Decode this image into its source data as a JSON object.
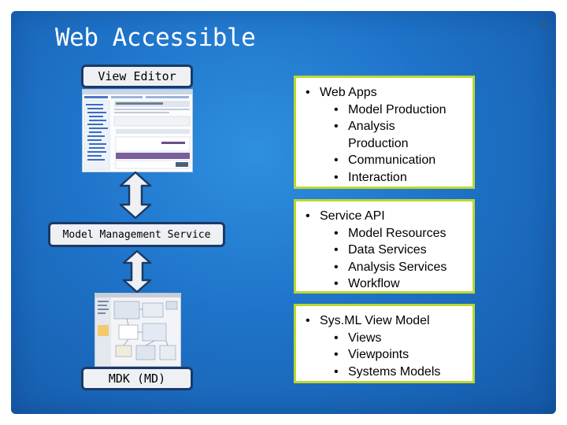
{
  "page_number": "5",
  "title": "Web Accessible",
  "left_column": {
    "view_editor_label": "View Editor",
    "model_management_label": "Model Management Service",
    "mdk_label": "MDK (MD)"
  },
  "boxes": [
    {
      "heading": "Web Apps",
      "items": [
        "Model Production",
        "Analysis Production",
        "Communication",
        "Interaction"
      ]
    },
    {
      "heading": "Service API",
      "items": [
        "Model Resources",
        "Data Services",
        "Analysis Services",
        "Workflow"
      ]
    },
    {
      "heading": "Sys.ML View Model",
      "items": [
        "Views",
        "Viewpoints",
        "Systems Models"
      ]
    }
  ],
  "colors": {
    "background": "#1e73c9",
    "box_border": "#bcd830",
    "label_border": "#1a3a66"
  }
}
